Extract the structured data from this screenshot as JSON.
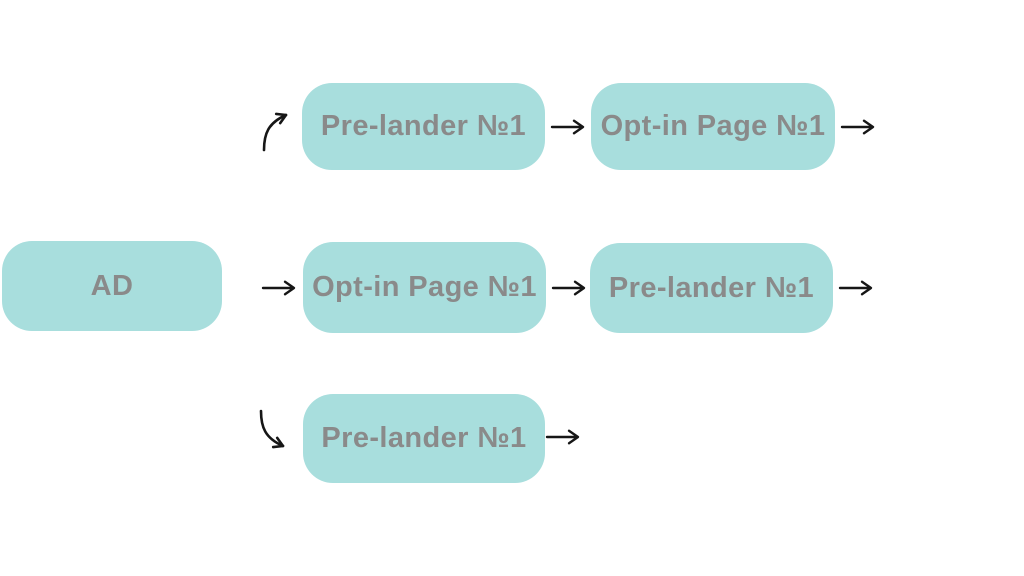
{
  "colors": {
    "background": "#ffffff",
    "node_fill": "#a8dedd",
    "node_text": "#8a8a8a",
    "arrow": "#161616"
  },
  "nodes": {
    "ad": {
      "label": "AD"
    },
    "top_row": {
      "first": {
        "label": "Pre-lander №1"
      },
      "second": {
        "label": "Opt-in Page №1"
      }
    },
    "middle_row": {
      "first": {
        "label": "Opt-in Page №1"
      },
      "second": {
        "label": "Pre-lander №1"
      }
    },
    "bottom_row": {
      "first": {
        "label": "Pre-lander №1"
      }
    }
  },
  "icons": {
    "straight_arrow": "right-arrow",
    "branch_up_arrow": "curved-up-right-arrow",
    "branch_down_arrow": "curved-down-right-arrow"
  }
}
